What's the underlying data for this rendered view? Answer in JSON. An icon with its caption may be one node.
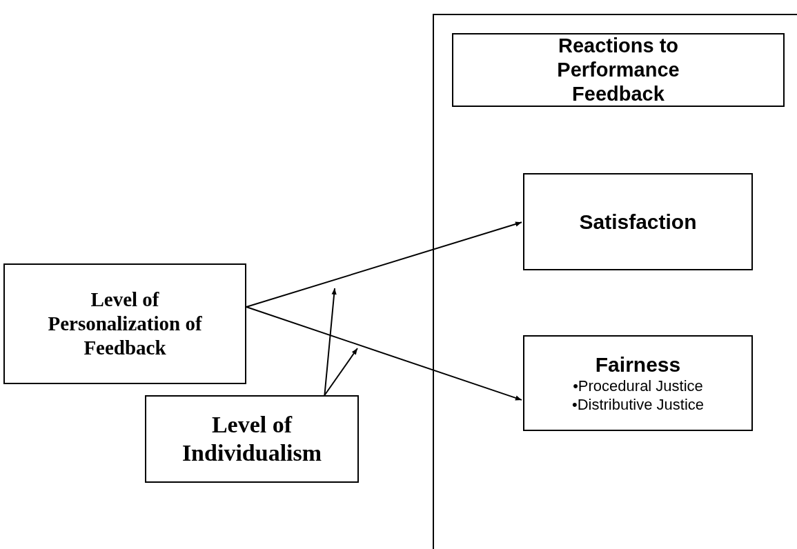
{
  "diagram": {
    "nodes": [
      {
        "text": [
          "Level of Personalization of Feedback"
        ]
      },
      {
        "text": [
          "Level of Individualism"
        ]
      },
      {
        "text": [],
        "shape": "box"
      },
      {
        "text": [
          "Reactions to Performance Feedback"
        ],
        "in": 2
      },
      {
        "text": [
          "Satisfaction"
        ],
        "in": 2
      },
      {
        "text": [
          "Fairness",
          "•Procedural Justice",
          "•Distributive Justice"
        ],
        "in": 2
      }
    ],
    "edges": [
      {
        "from": 0,
        "to": 4,
        "arrow": "to"
      },
      {
        "from": 0,
        "to": 5,
        "arrow": "to"
      },
      {
        "from": 1,
        "to": null,
        "arrow": "to"
      },
      {
        "from": 1,
        "to": null,
        "arrow": "to"
      }
    ]
  }
}
